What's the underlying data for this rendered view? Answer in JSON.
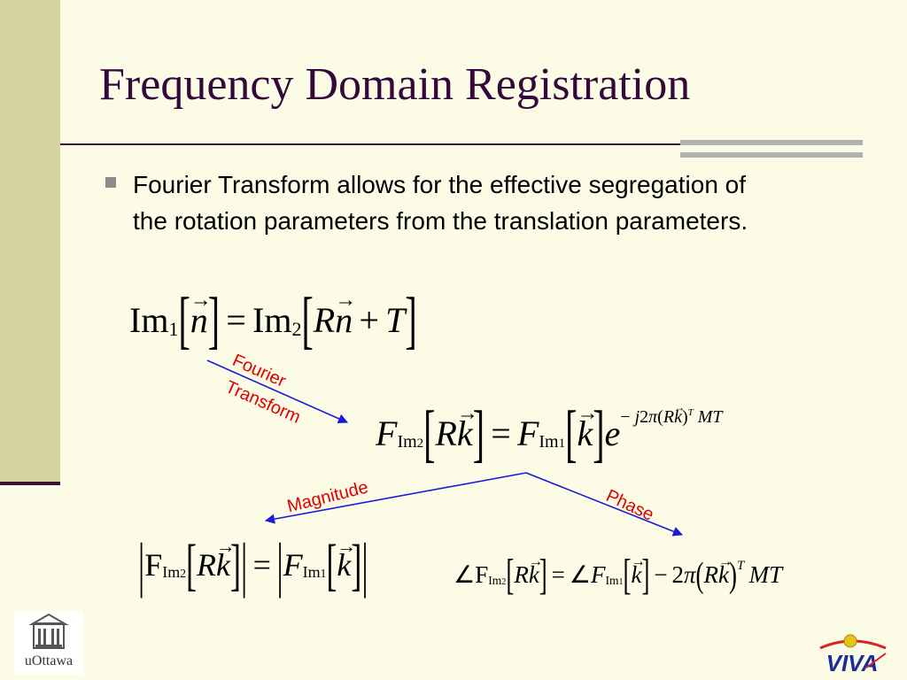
{
  "slide": {
    "title": "Frequency Domain Registration",
    "bullet": "Fourier Transform allows for the effective segregation of the rotation parameters from the translation parameters."
  },
  "equations": {
    "im1": "Im",
    "im2": "Im",
    "sub1": "1",
    "sub2": "2",
    "n": "n",
    "R": "R",
    "T": "T",
    "F": "F",
    "Fplain": "F",
    "k": "k",
    "e": "e",
    "M": "M",
    "exp_minus": "−",
    "j": "j",
    "two": "2",
    "pi": "π",
    "angle": "∠",
    "equals": "=",
    "plus": "+",
    "minus": "−"
  },
  "annotations": {
    "fourier": "Fourier",
    "transform": "Transform",
    "magnitude": "Magnitude",
    "phase": "Phase"
  },
  "logos": {
    "uottawa": "uOttawa",
    "viva": "VIVA"
  },
  "colors": {
    "title": "#33083a",
    "annotation": "#e00000",
    "arrow": "#1a1adc",
    "band": "#d6d3a2"
  }
}
